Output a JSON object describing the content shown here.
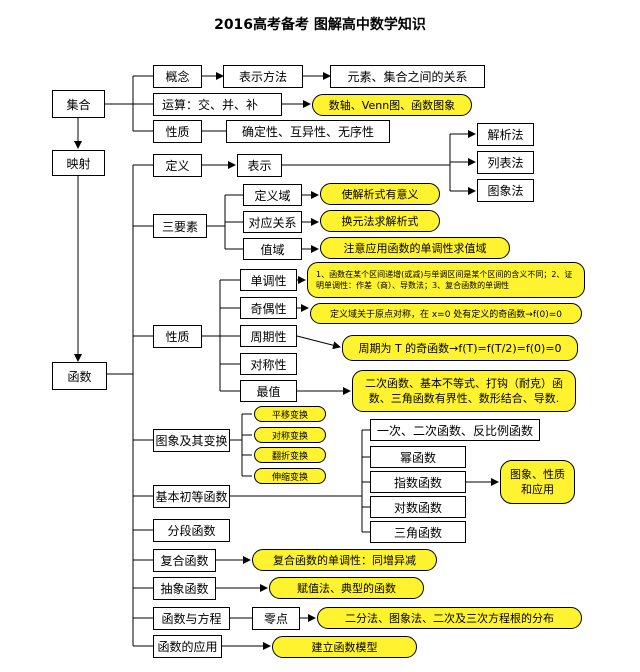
{
  "title": "2016高考备考 图解高中数学知识",
  "nodes": {
    "jihe": "集合",
    "yingshe": "映射",
    "hanshu": "函数",
    "gainian": "概念",
    "biaoshifangfa": "表示方法",
    "yuansu_guanxi": "元素、集合之间的关系",
    "yunsuan": "运算：交、并、补",
    "shuzhou": "数轴、Venn图、函数图象",
    "xingzhi_jihe": "性质",
    "queding": "确定性、互异性、无序性",
    "dingyi": "定义",
    "biaoshi": "表示",
    "jiexifa": "解析法",
    "liebiaofa": "列表法",
    "tuxiangfa": "图象法",
    "sanyaosu": "三要素",
    "dingyiyu": "定义域",
    "dingyiyu_note": "使解析式有意义",
    "duiying": "对应关系",
    "duiying_note": "换元法求解析式",
    "zhiyu": "值域",
    "zhiyu_note": "注意应用函数的单调性求值域",
    "xingzhi_hanshu": "性质",
    "dandiao": "单调性",
    "dandiao_note": "1、函数在某个区间递增(或减)与单调区间是某个区间的含义不同；2、证明单调性：作差（商）、导数法；3、复合函数的单调性",
    "jiou": "奇偶性",
    "jiou_note": "定义域关于原点对称，在 x=0 处有定义的奇函数→f(0)=0",
    "zhouqi": "周期性",
    "zhouqi_note": "周期为 T 的奇函数→f(T)=f(T/2)=f(0)=0",
    "duicheng": "对称性",
    "zuizhi": "最值",
    "zuizhi_note": "二次函数、基本不等式、打钩（耐克）函数、三角函数有界性、数形结合、导数.",
    "tuxiang": "图象及其变换",
    "pingyi": "平移变换",
    "duichengbh": "对称变换",
    "fanzhe": "翻折变换",
    "shensuo": "伸缩变换",
    "jiben": "基本初等函数",
    "yici": "一次、二次函数、反比例函数",
    "mi": "幂函数",
    "zhishu": "指数函数",
    "duishu": "对数函数",
    "sanjiao": "三角函数",
    "tuxiang_yingyong": "图象、性质和应用",
    "fenduan": "分段函数",
    "fuhe": "复合函数",
    "fuhe_note": "复合函数的单调性：同增异减",
    "chouxiang": "抽象函数",
    "chouxiang_note": "赋值法、典型的函数",
    "fangcheng": "函数与方程",
    "lingdian": "零点",
    "lingdian_note": "二分法、图象法、二次及三次方程根的分布",
    "yingyong": "函数的应用",
    "yingyong_note": "建立函数模型"
  }
}
